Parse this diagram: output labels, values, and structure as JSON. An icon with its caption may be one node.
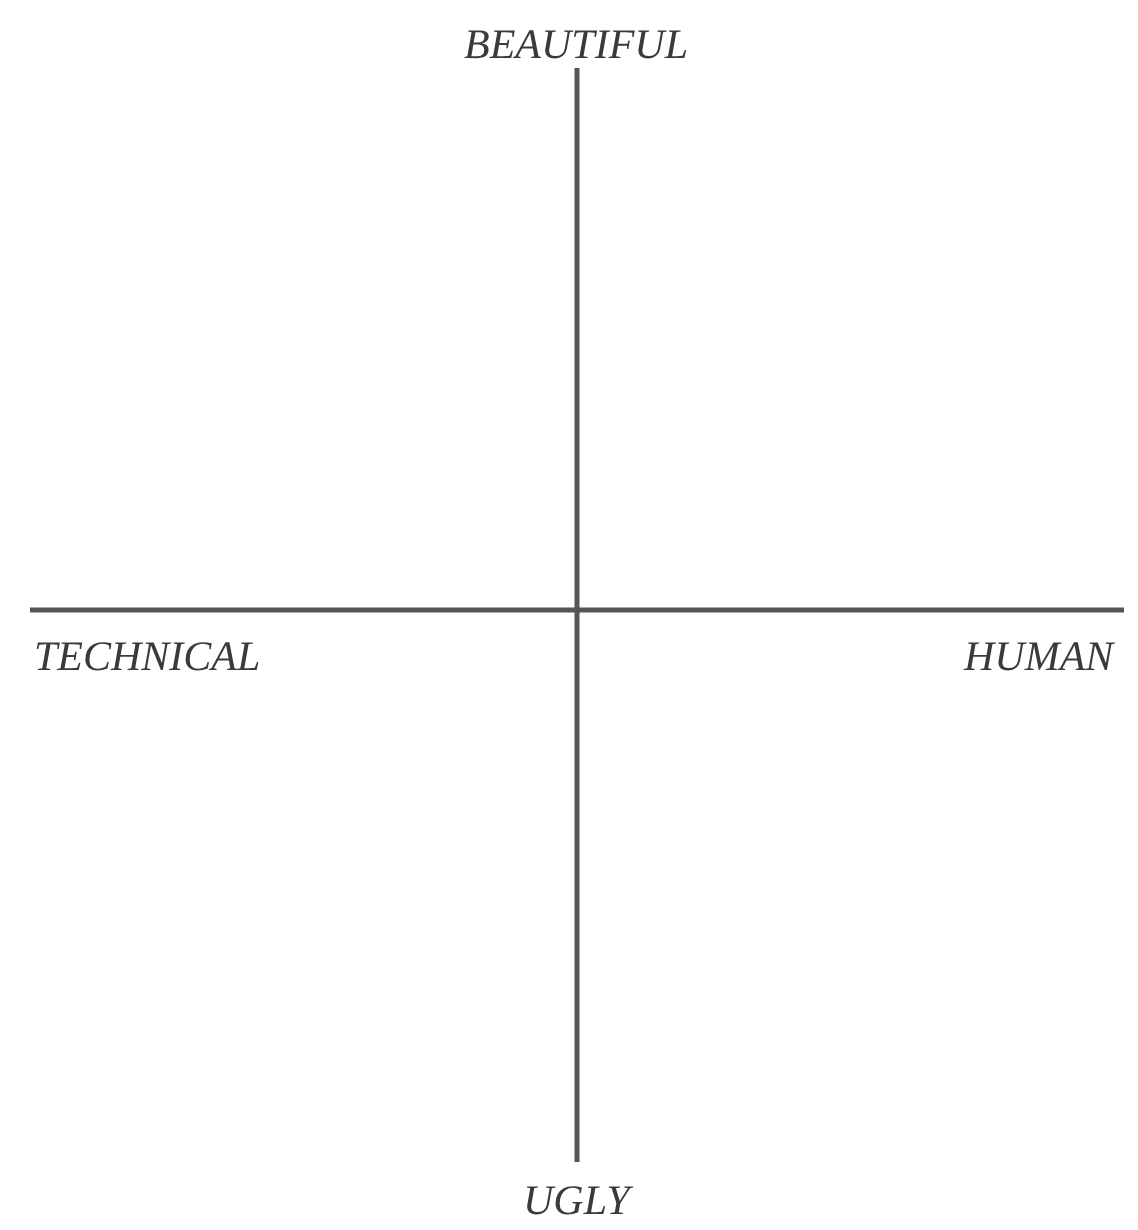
{
  "diagram": {
    "labels": [
      "BEAUTIFUL",
      "TECHNICAL",
      "HUMAN",
      "UGLY"
    ]
  }
}
